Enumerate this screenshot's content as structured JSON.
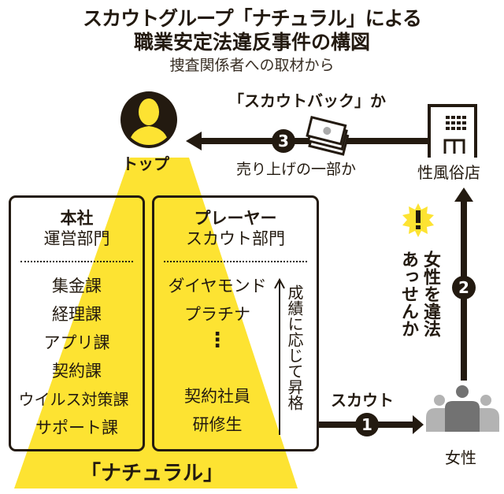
{
  "title": {
    "line1": "スカウトグループ「ナチュラル」による",
    "line2": "職業安定法違反事件の構図",
    "source": "捜査関係者への取材から"
  },
  "top_node": {
    "label": "トップ",
    "icon": "person-silhouette-icon"
  },
  "store_node": {
    "label": "性風俗店",
    "icon": "building-icon"
  },
  "women_node": {
    "label": "女性",
    "icon": "group-of-people-icon"
  },
  "flow_3": {
    "number": "3",
    "label_top": "「スカウトバック」か",
    "label_bottom": "売り上げの一部か",
    "icon": "money-bills-icon"
  },
  "flow_2": {
    "number": "2",
    "alert_icon": "exclamation-burst-icon",
    "alert_mark": "!",
    "label_col1": "女性を違法",
    "label_col2": "あっせんか"
  },
  "flow_1": {
    "number": "1",
    "label": "スカウト"
  },
  "hq_box": {
    "title": "本社",
    "subtitle": "運営部門",
    "items": [
      "集金課",
      "経理課",
      "アプリ課",
      "契約課",
      "ウイルス対策課",
      "サポート課"
    ]
  },
  "player_box": {
    "title": "プレーヤー",
    "subtitle": "スカウト部門",
    "items_top": [
      "ダイヤモンド",
      "プラチナ"
    ],
    "ellipsis": "⋮",
    "items_bottom": [
      "契約社員",
      "研修生"
    ],
    "promotion_label": "成績に応じて昇格"
  },
  "group_name": "「ナチュラル」",
  "colors": {
    "accent_yellow": "#fde332",
    "dark": "#231a10",
    "gray_dark": "#727272",
    "gray_light": "#b3b3b3"
  }
}
